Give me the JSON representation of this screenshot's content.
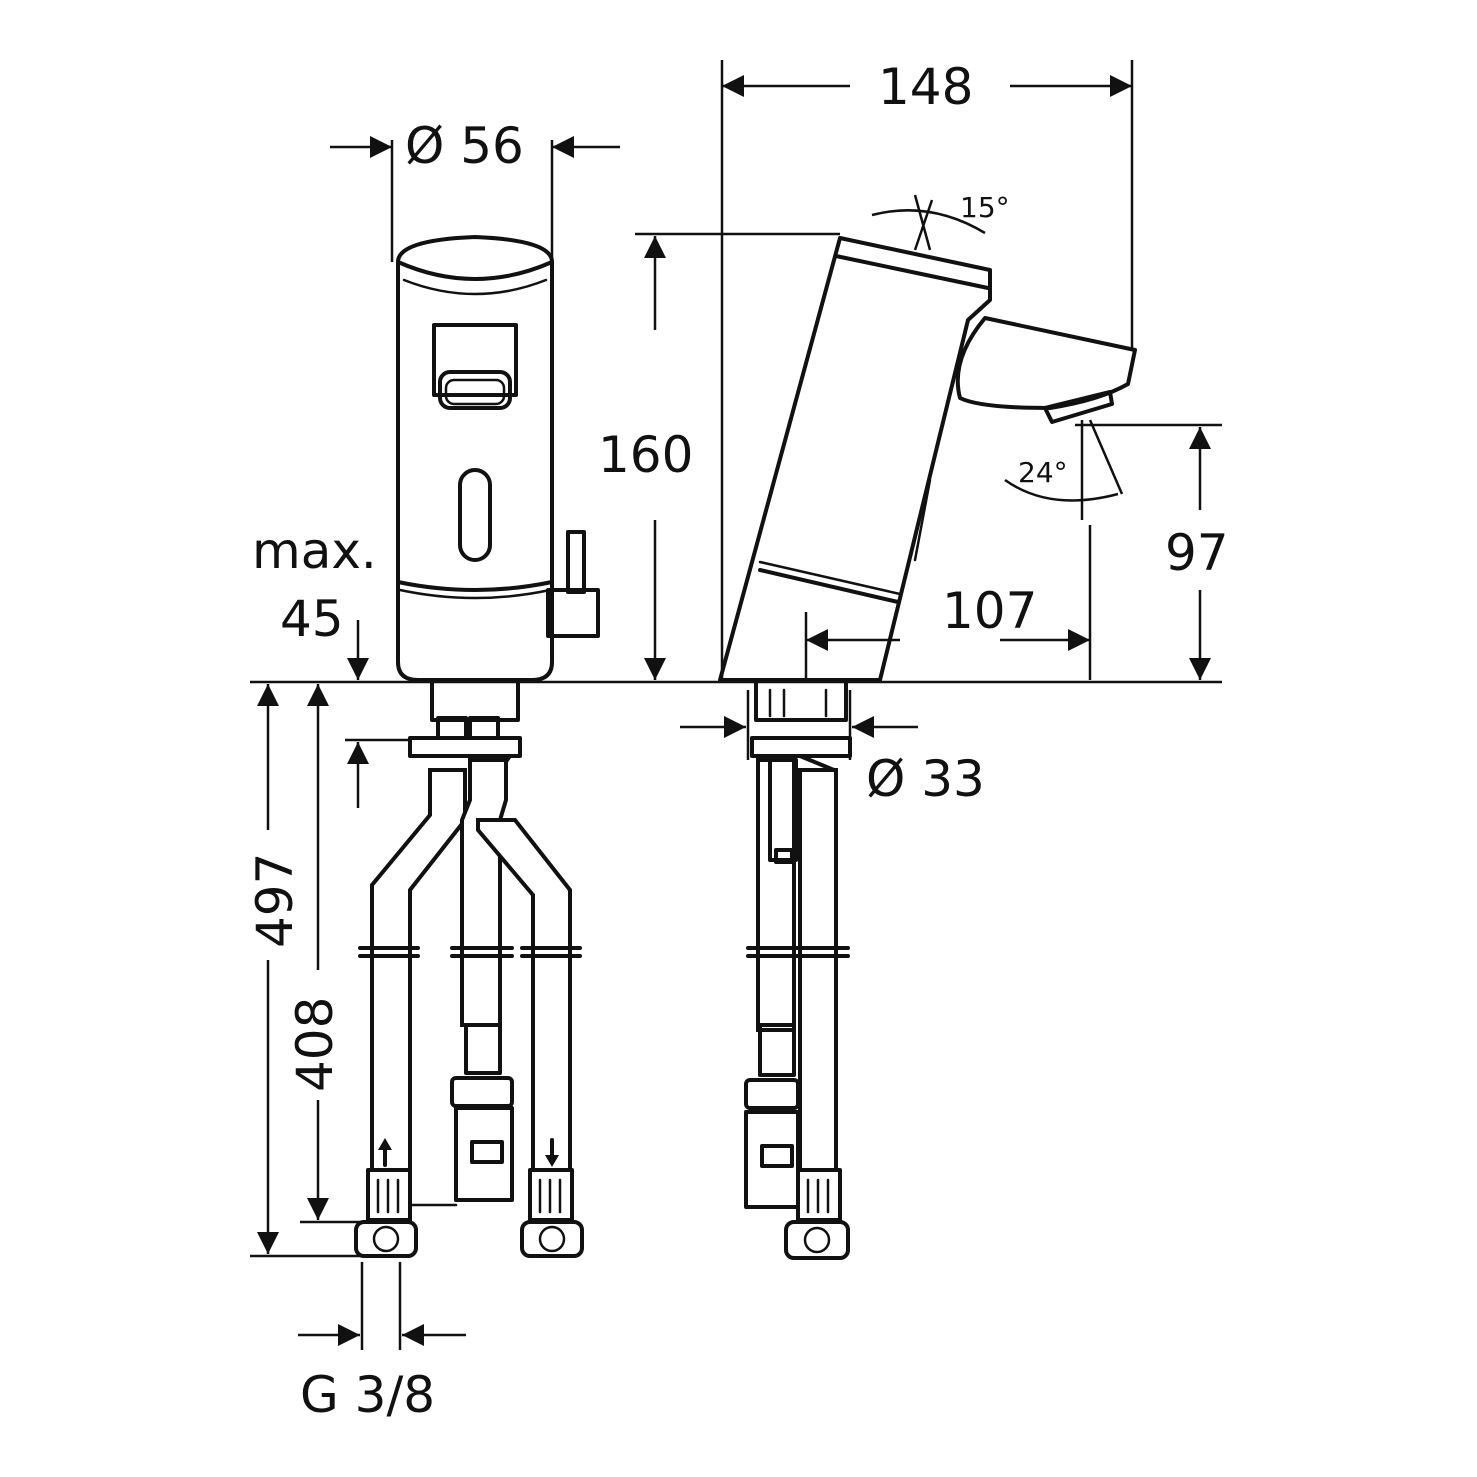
{
  "dimensions": {
    "body_diameter": "Ø 56",
    "projection": "148",
    "spout_angle": "15°",
    "height": "160",
    "jet_angle": "24°",
    "spout_height": "97",
    "reach": "107",
    "max_label": "max.",
    "max_value": "45",
    "shank_diameter": "Ø 33",
    "total_length": "497",
    "hose_length": "408",
    "connection_thread": "G 3/8"
  },
  "icons": [
    "flow-in-arrow-icon",
    "flow-out-arrow-icon"
  ]
}
